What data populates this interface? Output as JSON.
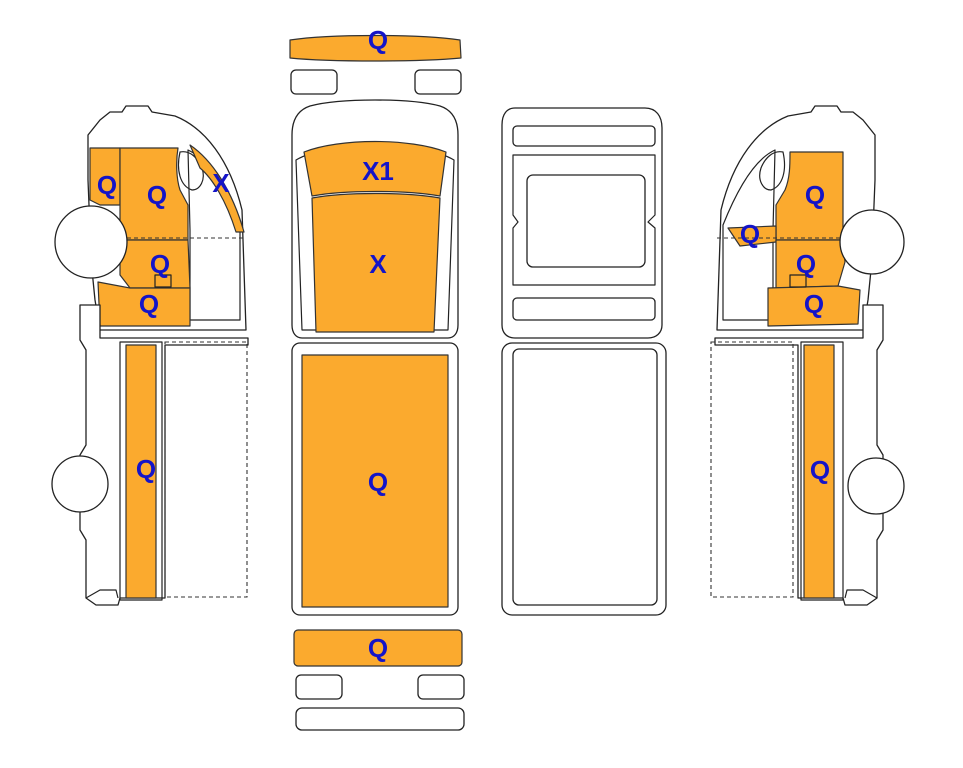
{
  "colors": {
    "damage": "#FBAA2E",
    "label": "#1414C8",
    "outline": "#222222"
  },
  "diagram": {
    "left_side": {
      "door_front_label": "Q",
      "fender_front_label": "Q",
      "a_pillar_label": "X",
      "door_lower_label": "Q",
      "rocker_label": "Q",
      "cargo_side_label": "Q"
    },
    "top": {
      "front_bumper_label": "Q",
      "windshield_label": "X1",
      "roof_front_label": "X",
      "cargo_roof_label": "Q",
      "rear_bumper_label": "Q"
    },
    "right_side": {
      "fender_front_label": "Q",
      "a_pillar_label": "Q",
      "door_front_label": "Q",
      "rocker_label": "Q",
      "cargo_side_label": "Q"
    }
  }
}
